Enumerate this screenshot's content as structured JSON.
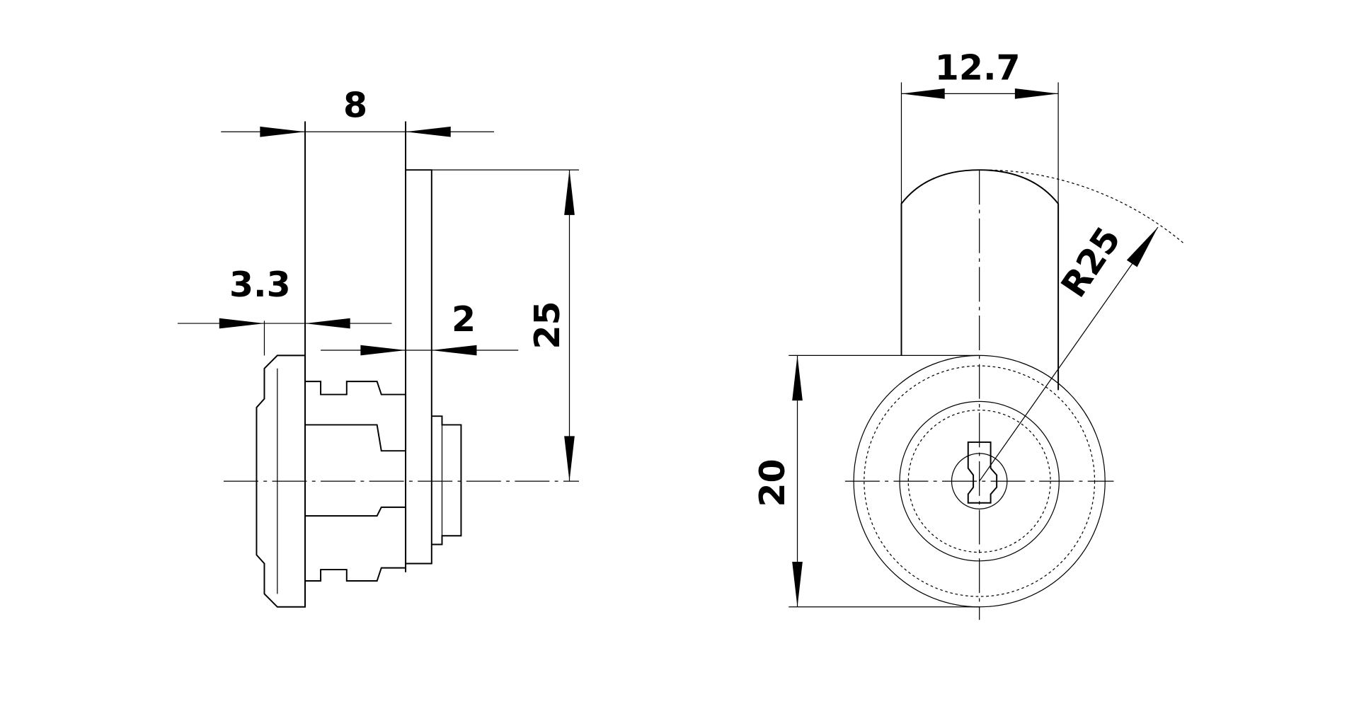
{
  "drawing": {
    "side_view": {
      "dimensions": {
        "width_8": "8",
        "width_3_3": "3.3",
        "width_2": "2",
        "height_25": "25"
      }
    },
    "front_view": {
      "dimensions": {
        "width_12_7": "12.7",
        "diameter_20": "20",
        "radius_r25": "R25"
      }
    }
  }
}
